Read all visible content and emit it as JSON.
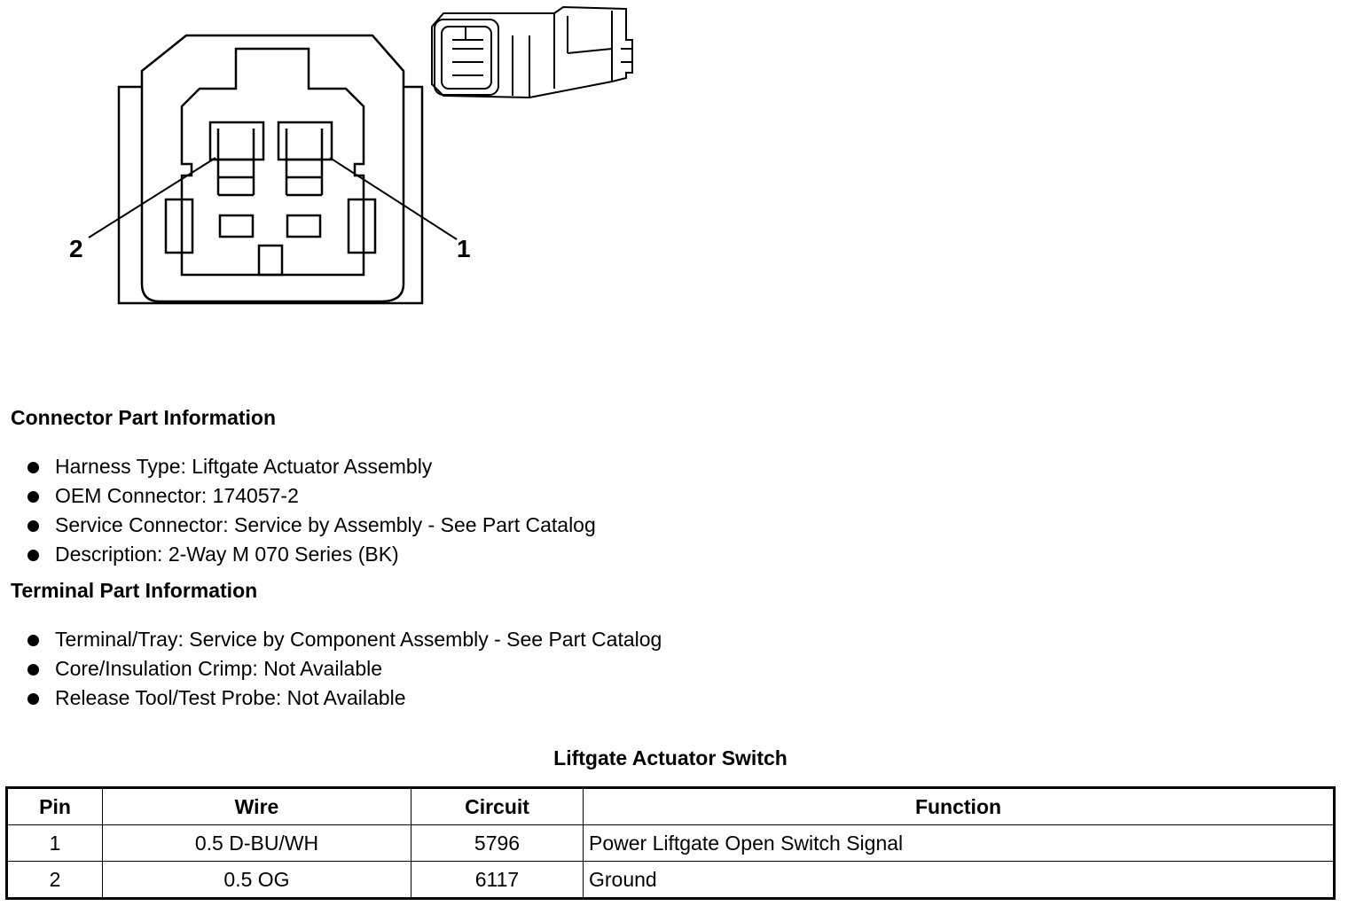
{
  "diagram": {
    "callouts": [
      "2",
      "1"
    ]
  },
  "connector_info": {
    "heading": "Connector Part Information",
    "items": [
      "Harness Type: Liftgate Actuator Assembly",
      "OEM Connector: 174057-2",
      "Service Connector: Service by Assembly - See Part Catalog",
      "Description: 2-Way M 070 Series (BK)"
    ]
  },
  "terminal_info": {
    "heading": "Terminal Part Information",
    "items": [
      "Terminal/Tray: Service by Component Assembly - See Part Catalog",
      "Core/Insulation Crimp: Not Available",
      "Release Tool/Test Probe: Not Available"
    ]
  },
  "table": {
    "title": "Liftgate Actuator Switch",
    "headers": [
      "Pin",
      "Wire",
      "Circuit",
      "Function"
    ],
    "rows": [
      [
        "1",
        "0.5 D-BU/WH",
        "5796",
        "Power Liftgate Open Switch Signal"
      ],
      [
        "2",
        "0.5 OG",
        "6117",
        "Ground"
      ]
    ]
  }
}
